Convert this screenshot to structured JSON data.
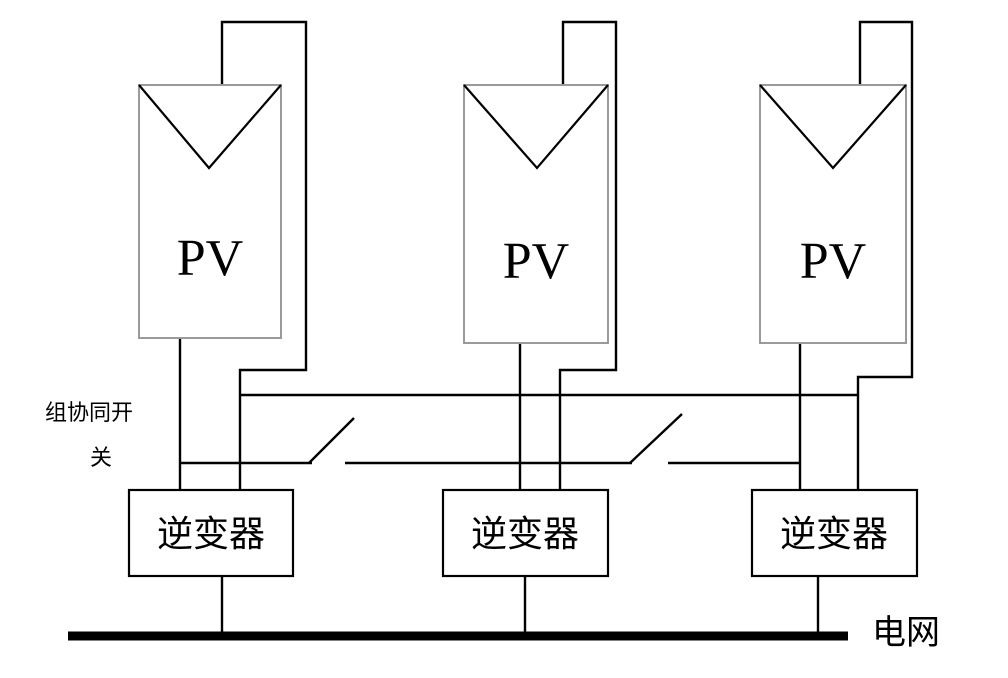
{
  "labels": {
    "pv_1": "PV",
    "pv_2": "PV",
    "pv_3": "PV",
    "inverter_1": "逆变器",
    "inverter_2": "逆变器",
    "inverter_3": "逆变器",
    "switch_line1": "组协同开",
    "switch_line2": "关",
    "grid": "电网"
  }
}
